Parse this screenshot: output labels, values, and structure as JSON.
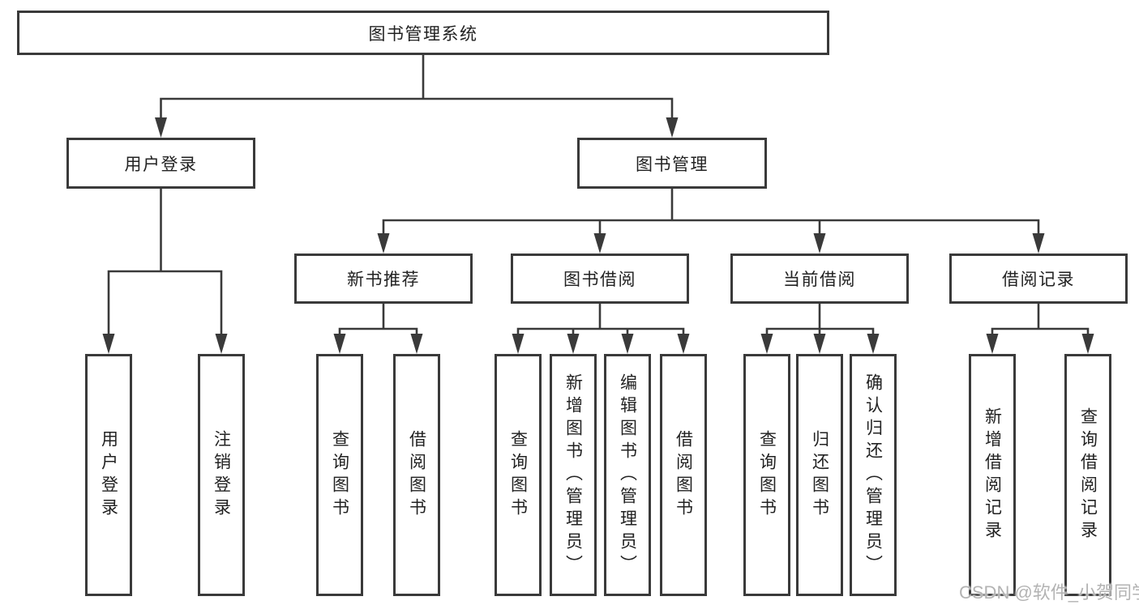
{
  "nodes": {
    "root": "图书管理系统",
    "user_login": "用户登录",
    "book_mgmt": "图书管理",
    "new_book": "新书推荐",
    "book_borrow": "图书借阅",
    "current_borrow": "当前借阅",
    "borrow_record": "借阅记录",
    "leaves": {
      "user_login": [
        "用户登录",
        "注销登录"
      ],
      "new_book": [
        "查询图书",
        "借阅图书"
      ],
      "book_borrow": [
        "查询图书",
        "新增图书（管理员）",
        "编辑图书（管理员）",
        "借阅图书"
      ],
      "current_borrow": [
        "查询图书",
        "归还图书",
        "确认归还（管理员）"
      ],
      "borrow_record": [
        "新增借阅记录",
        "查询借阅记录"
      ]
    }
  },
  "watermark": "CSDN @软件_小贺同学",
  "colors": {
    "line": "#3a3a3a",
    "box_border": "#3a3a3a",
    "text": "#222222",
    "watermark": "#b3b3b3",
    "background": "#ffffff"
  }
}
